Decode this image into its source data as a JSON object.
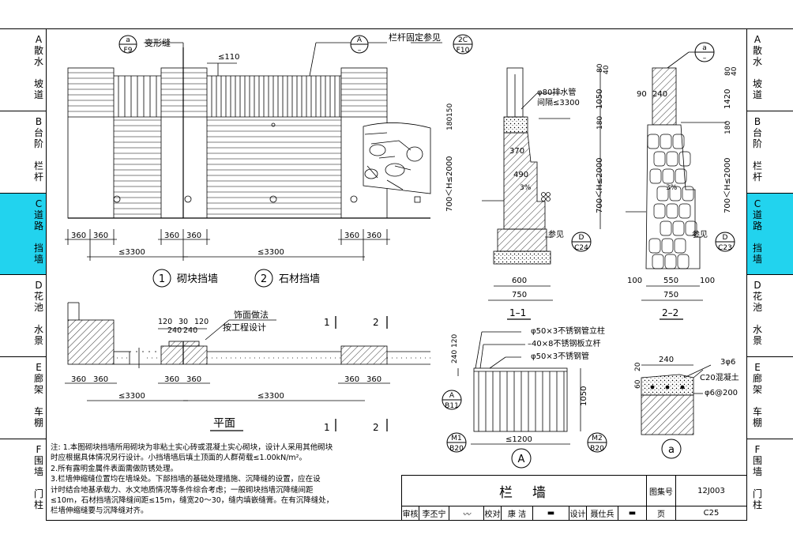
{
  "tabs_left": [
    {
      "code": "A",
      "l1": "散水",
      "l2": "坡道",
      "active": false
    },
    {
      "code": "B",
      "l1": "台阶",
      "l2": "栏杆",
      "active": false
    },
    {
      "code": "C",
      "l1": "道路",
      "l2": "挡墙",
      "active": true
    },
    {
      "code": "D",
      "l1": "花池",
      "l2": "水景",
      "active": false
    },
    {
      "code": "E",
      "l1": "廊架",
      "l2": "车棚",
      "active": false
    },
    {
      "code": "F",
      "l1": "围墙",
      "l2": "门柱",
      "active": false
    }
  ],
  "tabs_right": [
    {
      "code": "A",
      "l1": "散水",
      "l2": "坡道",
      "active": false
    },
    {
      "code": "B",
      "l1": "台阶",
      "l2": "栏杆",
      "active": false
    },
    {
      "code": "C",
      "l1": "道路",
      "l2": "挡墙",
      "active": true
    },
    {
      "code": "D",
      "l1": "花池",
      "l2": "水景",
      "active": false
    },
    {
      "code": "E",
      "l1": "廊架",
      "l2": "车棚",
      "active": false
    },
    {
      "code": "F",
      "l1": "围墙",
      "l2": "门柱",
      "active": false
    }
  ],
  "elevation": {
    "deform_joint": "变形缝",
    "railing_fix": "栏杆固定参见",
    "spacing": "≤110",
    "dims": [
      "360",
      "360",
      "360",
      "360",
      "360",
      "360"
    ],
    "span": "≤3300",
    "label1": "砌块挡墙",
    "label2": "石材挡墙",
    "num1": "1",
    "num2": "2",
    "cut1": "1",
    "cut2": "2"
  },
  "refs": {
    "a_f9": {
      "top": "a",
      "bot": "F9"
    },
    "a_dash": {
      "top": "A",
      "bot": "–"
    },
    "c2_f10": {
      "top": "2C",
      "bot": "F10"
    },
    "d_c24": {
      "top": "D",
      "bot": "C24"
    },
    "d_c23": {
      "top": "D",
      "bot": "C23"
    },
    "a_dash2": {
      "top": "a",
      "bot": "–"
    },
    "a_b11": {
      "top": "A",
      "bot": "B11"
    },
    "m1_b20": {
      "top": "M1",
      "bot": "B20"
    },
    "m2_b20": {
      "top": "M2",
      "bot": "B20"
    }
  },
  "plan": {
    "title": "平面",
    "finish1": "饰面做法",
    "finish2": "按工程设计",
    "d120": "120",
    "d30": "30",
    "d240": "240",
    "cut1": "1",
    "cut2": "2"
  },
  "section1": {
    "title": "1–1",
    "pipe1": "φ80排水管",
    "pipe2": "间隔≤3300",
    "d370": "370",
    "d490": "490",
    "d600": "600",
    "d750": "750",
    "slope": "3%",
    "h": "700＜H≤2000",
    "d1050": "1050",
    "d80": "80",
    "d40": "40",
    "d150": "150",
    "d180": "180",
    "see": "参见"
  },
  "section2": {
    "title": "2–2",
    "d90": "90",
    "d240": "240",
    "d550": "550",
    "d100": "100",
    "d750": "750",
    "d1420": "1420",
    "d180": "180",
    "d100b": "100",
    "slope": "3%",
    "h": "700＜H≤2000",
    "see": "参见"
  },
  "detailA": {
    "title": "A",
    "post": "φ50×3不锈钢管立柱",
    "bar": "–40×8不锈钢板立杆",
    "tube": "φ50×3不锈钢管",
    "d1050": "1050",
    "d1200": "≤1200",
    "d240": "240",
    "d120": "120"
  },
  "detail_a": {
    "title": "a",
    "d240": "240",
    "d60": "60",
    "d20": "20",
    "rebar": "3φ6",
    "concrete": "C20混凝土",
    "stirrup": "φ6@200"
  },
  "notes": [
    "注: 1.本图砌块挡墙所用砌块为非粘土实心砖或混凝土实心砌块，设计人采用其他砌块",
    "      时应根据具体情况另行设计。小挡墙墙后填土顶面的人群荷载≤1.00kN/m²。",
    "    2.所有露明金属件表面需做防锈处理。",
    "    3.栏墙伸缩缝位置均在墙垛处。下部挡墙的基础处理措施、沉降缝的设置，应在设",
    "      计时结合地基承载力、水文地质情况等条件综合考虑；一般砌块挡墙沉降缝间距",
    "      ≤10m，石材挡墙沉降缝间距≤15m，缝宽20～30，缝内填嵌缝膏。在有沉降缝处，",
    "      栏墙伸缩缝要与沉降缝对齐。"
  ],
  "title_block": {
    "title": "栏　墙",
    "atlas_label": "图集号",
    "atlas_value": "12J003",
    "page_label": "页",
    "page_value": "C25",
    "review": "审核",
    "reviewer": "李丕宁",
    "check": "校对",
    "checker": "康 洁",
    "design": "设计",
    "designer": "聂仕兵"
  }
}
